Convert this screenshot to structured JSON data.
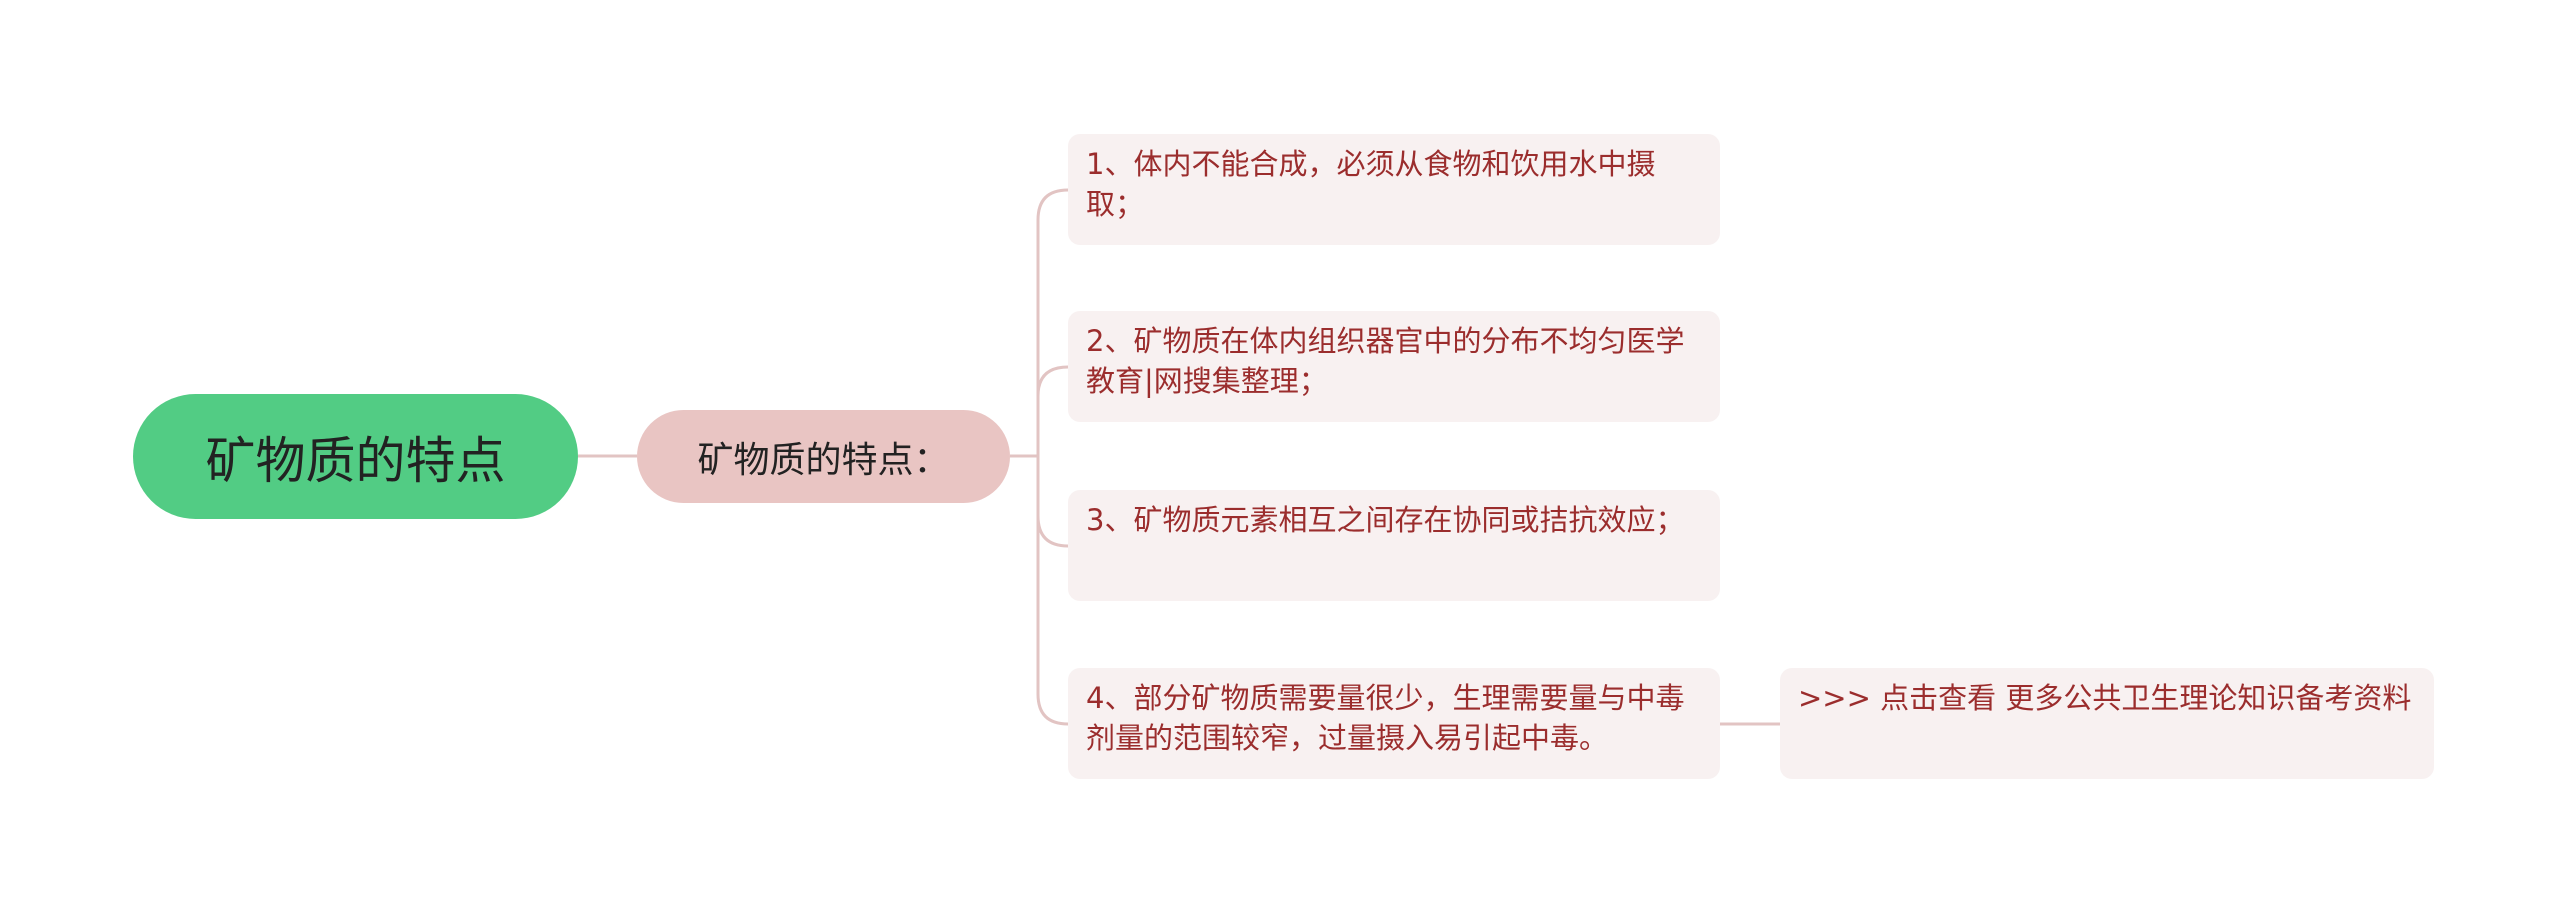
{
  "root": {
    "label": "矿物质的特点",
    "color": "#52cc84"
  },
  "branch": {
    "label": "矿物质的特点：",
    "color": "#e9c5c3"
  },
  "leaves": [
    {
      "label": "1、体内不能合成，必须从食物和饮用水中摄取；"
    },
    {
      "label": "2、矿物质在体内组织器官中的分布不均匀医学教育|网搜集整理；"
    },
    {
      "label": "3、矿物质元素相互之间存在协同或拮抗效应；"
    },
    {
      "label": "4、部分矿物质需要量很少，生理需要量与中毒剂量的范围较窄，过量摄入易引起中毒。"
    }
  ],
  "link": {
    "label": ">>> 点击查看 更多公共卫生理论知识备考资料"
  },
  "colors": {
    "connector": "#e2c4c3",
    "leaf_text": "#9b2d2d",
    "leaf_bg": "#f8f1f1"
  }
}
